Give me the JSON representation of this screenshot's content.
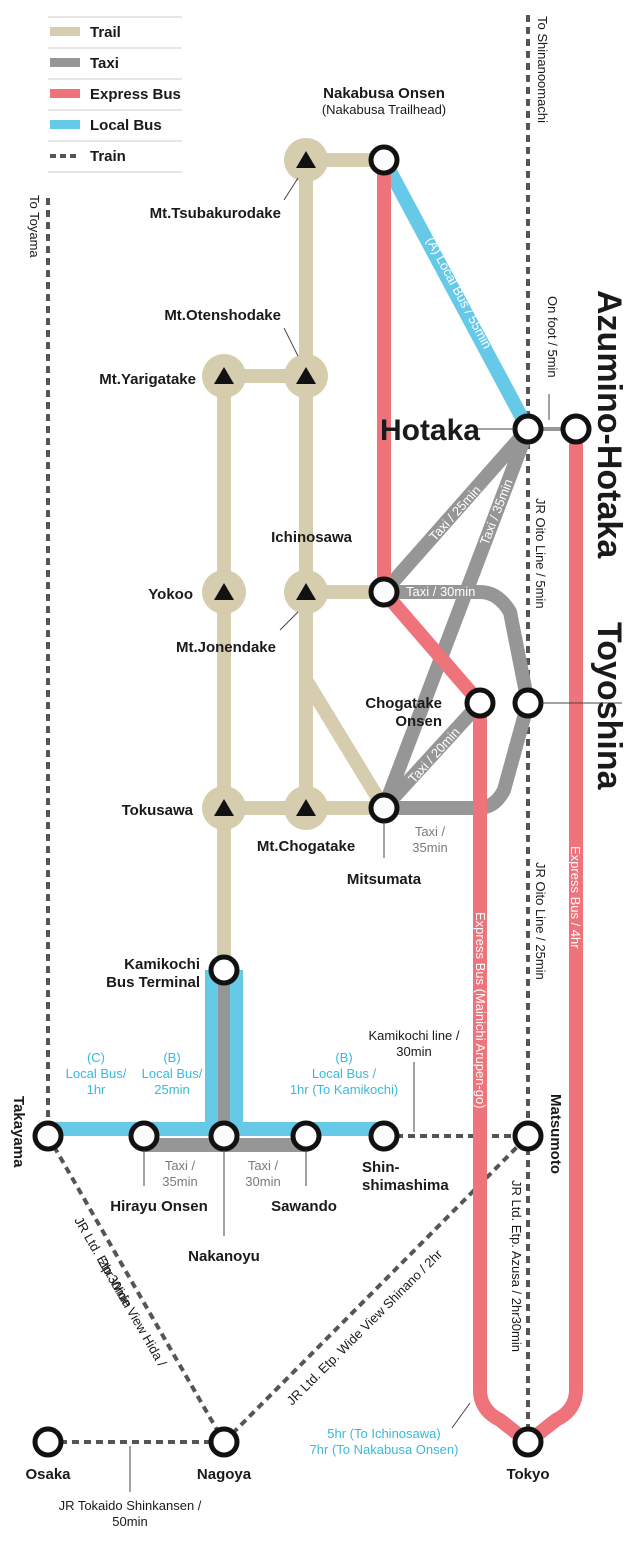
{
  "legend": {
    "trail": "Trail",
    "taxi": "Taxi",
    "express_bus": "Express Bus",
    "local_bus": "Local Bus",
    "train": "Train"
  },
  "colors": {
    "trail": "#d6ccae",
    "taxi": "#969696",
    "express_bus": "#ee737b",
    "local_bus": "#66c9e8",
    "train": "#555555",
    "cyan_text": "#3ab9dc"
  },
  "stations": {
    "nakabusa": "Nakabusa Onsen",
    "nakabusa_sub": "(Nakabusa Trailhead)",
    "tsubakuro": "Mt.Tsubakurodake",
    "otensho": "Mt.Otenshodake",
    "yari": "Mt.Yarigatake",
    "hotaka": "Hotaka",
    "azumino_hotaka": "Azumino-Hotaka",
    "ichinosawa": "Ichinosawa",
    "yokoo": "Yokoo",
    "jonen": "Mt.Jonendake",
    "chogatake_onsen_1": "Chogatake",
    "chogatake_onsen_2": "Onsen",
    "toyoshina": "Toyoshina",
    "tokusawa": "Tokusawa",
    "mt_chogatake": "Mt.Chogatake",
    "mitsumata": "Mitsumata",
    "kamikochi_1": "Kamikochi",
    "kamikochi_2": "Bus Terminal",
    "takayama": "Takayama",
    "hirayu": "Hirayu Onsen",
    "nakanoyu": "Nakanoyu",
    "sawando": "Sawando",
    "shinshima_1": "Shin-",
    "shinshima_2": "shimashima",
    "matsumoto": "Matsumoto",
    "osaka": "Osaka",
    "nagoya": "Nagoya",
    "tokyo": "Tokyo"
  },
  "routes": {
    "to_shinanoomachi": "To Shinanoomachi",
    "to_toyama": "To Toyama",
    "local_bus_a": "(A) Local Bus / 55min",
    "on_foot": "On foot / 5min",
    "taxi_25": "Taxi / 25min",
    "taxi_35_diag": "Taxi / 35min",
    "jr_oito_5": "JR Oito Line / 5min",
    "taxi_30_ichinosawa": "Taxi / 30min",
    "taxi_20": "Taxi / 20min",
    "taxi_35_a": "Taxi /",
    "taxi_35_b": "35min",
    "express_4hr": "Express Bus / 4hr",
    "express_mainichi": "Express Bus (Mainichi Arupen-go)",
    "jr_oito_25": "JR Oito Line / 25min",
    "kamikochi_line_a": "Kamikochi line /",
    "kamikochi_line_b": "30min",
    "c_bus_a": "(C)",
    "c_bus_b": "Local Bus/",
    "c_bus_c": "1hr",
    "b_bus_a": "(B)",
    "b_bus_b": "Local Bus/",
    "b_bus_c": "25min",
    "b2_bus_a": "(B)",
    "b2_bus_b": "Local Bus /",
    "b2_bus_c": "1hr (To Kamikochi)",
    "hirayu_taxi_a": "Taxi /",
    "hirayu_taxi_b": "35min",
    "sawando_taxi_a": "Taxi /",
    "sawando_taxi_b": "30min",
    "hida_a": "JR Ltd. Etp. Wide View Hida /",
    "hida_b": "2hr30min",
    "shinano": "JR Ltd. Etp. Wide View Shinano / 2hr",
    "azusa": "JR Ltd. Etp. Azusa / 2hr30min",
    "tokyo_bus_a": "5hr (To Ichinosawa)",
    "tokyo_bus_b": "7hr (To Nakabusa Onsen)",
    "shinkansen_a": "JR Tokaido Shinkansen /",
    "shinkansen_b": "50min"
  }
}
